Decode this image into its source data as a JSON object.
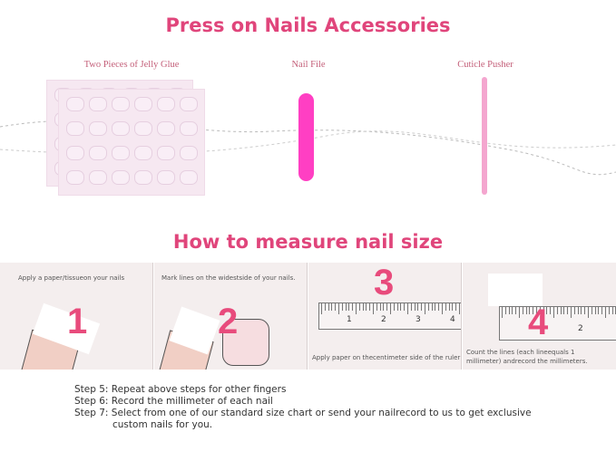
{
  "accessories": {
    "title": "Press on Nails Accessories",
    "items": [
      {
        "label": "Two Pieces of Jelly Glue"
      },
      {
        "label": "Nail File"
      },
      {
        "label": "Cuticle Pusher"
      }
    ]
  },
  "measure": {
    "title": "How to measure nail size",
    "panels": [
      {
        "number": "1",
        "text": "Apply a paper/tissueon your nails"
      },
      {
        "number": "2",
        "text": "Mark lines on the widestside of your nails."
      },
      {
        "number": "3",
        "text": "Apply paper on thecentimeter side of the ruler",
        "ruler_labels": [
          "1",
          "2",
          "3",
          "4"
        ]
      },
      {
        "number": "4",
        "text": "Count the lines (each lineequals 1 millimeter) andrecord the millimeters.",
        "ruler_labels": [
          "2"
        ]
      }
    ]
  },
  "steps": [
    "Step 5: Repeat above steps for other fingers",
    "Step 6: Record the millimeter of each nail",
    "Step 7: Select from one of our standard size chart or send your nailrecord to us to get exclusive custom nails for you."
  ],
  "colors": {
    "accent": "#e0457b",
    "nail_file": "#ff3fc3",
    "panel_bg": "#f4eeee"
  }
}
